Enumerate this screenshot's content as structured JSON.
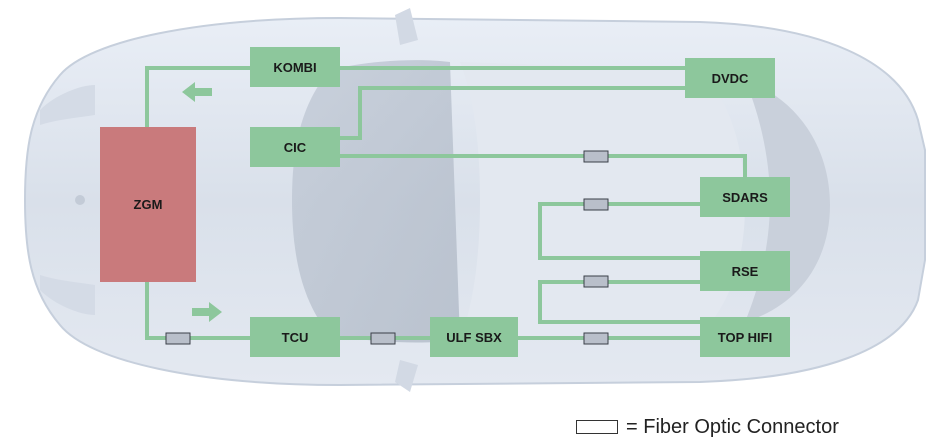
{
  "modules": {
    "zgm": "ZGM",
    "kombi": "KOMBI",
    "cic": "CIC",
    "dvdc": "DVDC",
    "sdars": "SDARS",
    "rse": "RSE",
    "top_hifi": "TOP HIFI",
    "tcu": "TCU",
    "ulf_sbx": "ULF SBX"
  },
  "legend": {
    "text": "= Fiber Optic Connector"
  },
  "colors": {
    "bus_line": "#8dc79c",
    "module": "#8dc79c",
    "gateway": "#c97a7c",
    "connector": "#b9bfca"
  }
}
